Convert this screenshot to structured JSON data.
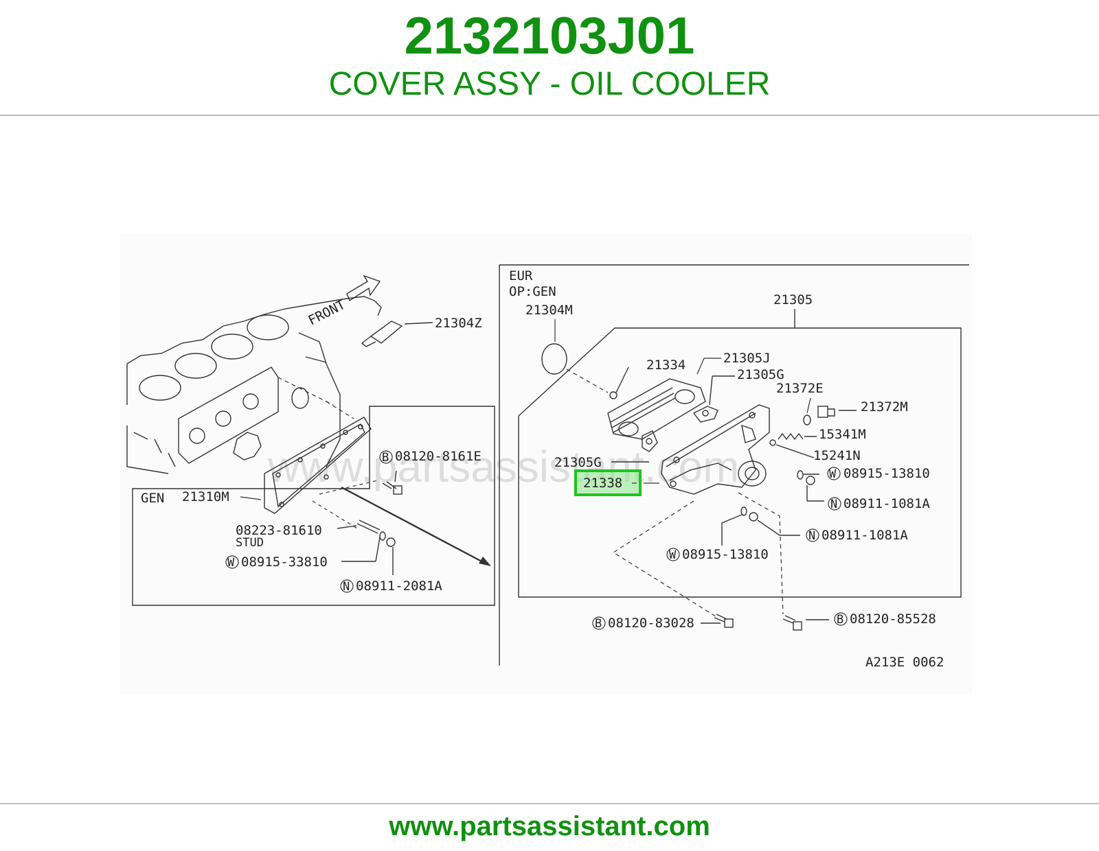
{
  "header": {
    "part_number": "2132103J01",
    "part_name": "COVER ASSY - OIL COOLER"
  },
  "footer": {
    "website": "www.partsassistant.com"
  },
  "diagram": {
    "watermark": "www.partsassistant.com",
    "front_label": "FRONT",
    "variant_eur": "EUR",
    "variant_op": "OP:GEN",
    "variant_gen": "GEN",
    "stud_label": "STUD",
    "diagram_code": "A213E 0062",
    "highlight_color": "#1dc41d",
    "callouts": {
      "c21304Z": "21304Z",
      "c21310M": "21310M",
      "c08120_8161E": "08120-8161E",
      "c08223_81610": "08223-81610",
      "c08915_33810": "08915-33810",
      "c08911_2081A": "08911-2081A",
      "c21305": "21305",
      "c21304M": "21304M",
      "c21334": "21334",
      "c21305J": "21305J",
      "c21305G_a": "21305G",
      "c21372E": "21372E",
      "c21372M": "21372M",
      "c15341M": "15341M",
      "c15241N": "15241N",
      "c21305G_b": "21305G",
      "c21338": "21338",
      "c08915_13810_a": "08915-13810",
      "c08911_1081A_a": "08911-1081A",
      "c08911_1081A_b": "08911-1081A",
      "c08915_13810_b": "08915-13810",
      "c08120_83028": "08120-83028",
      "c08120_85528": "08120-85528"
    },
    "symbols": {
      "b": "B",
      "w": "W",
      "n": "N"
    }
  }
}
